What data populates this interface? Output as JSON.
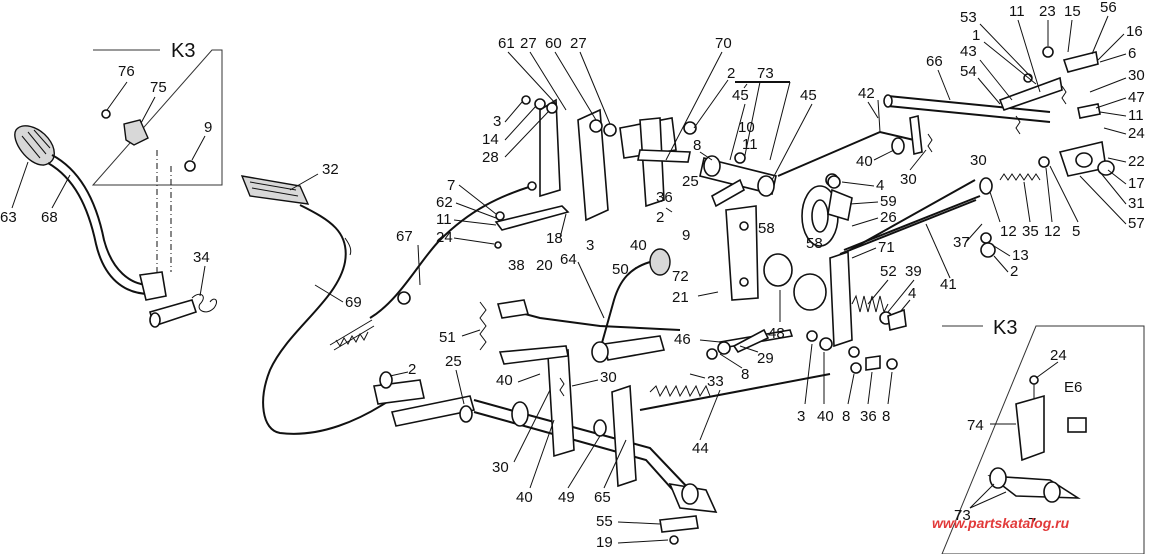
{
  "inset_top_left": {
    "title": "K3",
    "callouts": [
      "76",
      "75",
      "9"
    ]
  },
  "inset_bottom_right": {
    "title": "K3",
    "callouts": [
      "24",
      "E6",
      "74",
      "73",
      "7"
    ]
  },
  "watermark": "www.partskatalog.ru",
  "callouts": {
    "c63": "63",
    "c68": "68",
    "c34": "34",
    "c32": "32",
    "c69": "69",
    "c67": "67",
    "c7a": "7",
    "c62": "62",
    "c11a": "11",
    "c24a": "24",
    "c61": "61",
    "c27a": "27",
    "c60": "60",
    "c27b": "27",
    "c70": "70",
    "c2a": "2",
    "c3a": "3",
    "c14": "14",
    "c28": "28",
    "c73": "73",
    "c45a": "45",
    "c45b": "45",
    "c10": "10",
    "c11b": "11",
    "c8a": "8",
    "c25a": "25",
    "c36a": "36",
    "c2b": "2",
    "c40a": "40",
    "c3b": "3",
    "c18": "18",
    "c9a": "9",
    "c38": "38",
    "c20": "20",
    "c64": "64",
    "c50": "50",
    "c72": "72",
    "c21": "21",
    "c58a": "58",
    "c42": "42",
    "c40b": "40",
    "c30a": "30",
    "c4a": "4",
    "c59": "59",
    "c26": "26",
    "c58b": "58",
    "c71": "71",
    "c53": "53",
    "c1": "1",
    "c43": "43",
    "c54": "54",
    "c11c": "11",
    "c23": "23",
    "c15": "15",
    "c56": "56",
    "c16": "16",
    "c6": "6",
    "c66": "66",
    "c30b": "30",
    "c47": "47",
    "c11d": "11",
    "c24b": "24",
    "c30c": "30",
    "c22": "22",
    "c17": "17",
    "c31": "31",
    "c57": "57",
    "c12a": "12",
    "c35": "35",
    "c12b": "12",
    "c5": "5",
    "c37": "37",
    "c13": "13",
    "c2c": "2",
    "c41": "41",
    "c52": "52",
    "c39": "39",
    "c4b": "4",
    "c48": "48",
    "c46": "46",
    "c29": "29",
    "c8b": "8",
    "c33": "33",
    "c3c": "3",
    "c40c": "40",
    "c8c": "8",
    "c36b": "36",
    "c8d": "8",
    "c51": "51",
    "c2d": "2",
    "c25b": "25",
    "c40d": "40",
    "c30d": "30",
    "c44": "44",
    "c30e": "30",
    "c40e": "40",
    "c49": "49",
    "c65": "65",
    "c55": "55",
    "c19": "19"
  }
}
